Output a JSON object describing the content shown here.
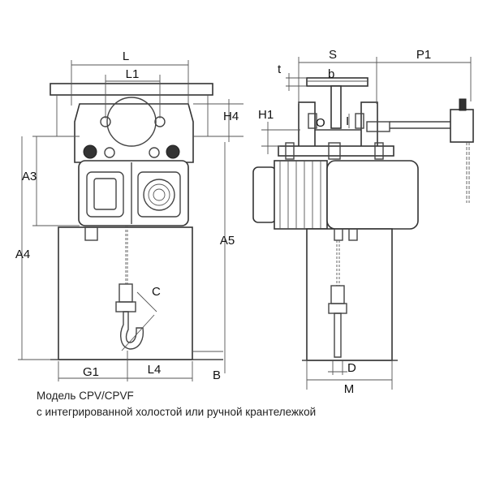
{
  "labels": {
    "L": "L",
    "L1": "L1",
    "H4": "H4",
    "A3": "A3",
    "A4": "A4",
    "A5": "A5",
    "C": "C",
    "G1": "G1",
    "L4": "L4",
    "B": "B",
    "S": "S",
    "P1": "P1",
    "t": "t",
    "b": "b",
    "H1": "H1",
    "O": "O",
    "I": "I",
    "D": "D",
    "M": "M"
  },
  "caption": {
    "line1": "Модель CPV/CPVF",
    "line2": "с интегрированной холостой или ручной крантележкой"
  }
}
